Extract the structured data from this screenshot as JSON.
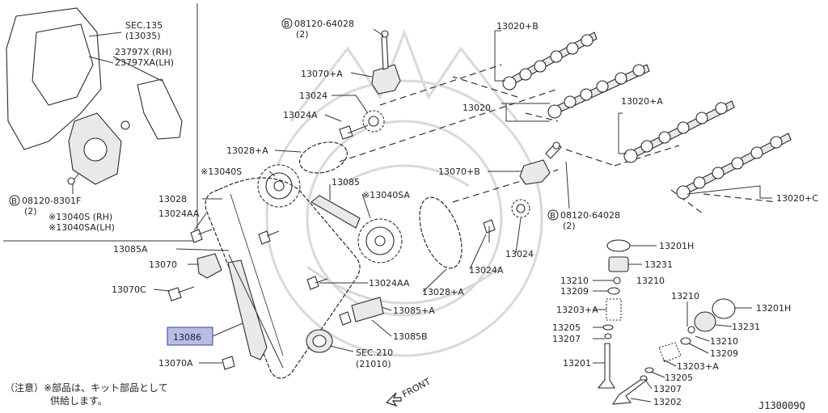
{
  "diagram_code": "J130009Q",
  "note_line1": "（注意）※部品は、キット部品として",
  "note_line2": "供給します。",
  "front_label": "FRONT",
  "inset": {
    "sec135": "SEC.135",
    "sec135_sub": "(13035)",
    "gasket_rh": "23797X (RH)",
    "gasket_lh": "23797XA(LH)",
    "bolt_ref": "08120-8301F",
    "bolt_qty": "(2)",
    "cover_rh": "※13040S (RH)",
    "cover_lh": "※13040SA(LH)"
  },
  "bolt_top": {
    "ref": "08120-64028",
    "qty": "(2)"
  },
  "bolt_mid": {
    "ref": "08120-64028",
    "qty": "(2)"
  },
  "labels": {
    "p13020B": "13020+B",
    "p13070A": "13070+A",
    "p13024": "13024",
    "p13024A": "13024A",
    "p13020": "13020",
    "p13020A": "13020+A",
    "p13028A": "13028+A",
    "p13040S": "※13040S",
    "p13085": "13085",
    "p13040SA": "※13040SA",
    "p13070B": "13070+B",
    "p13028": "13028",
    "p13024AA": "13024AA",
    "p13020C": "13020+C",
    "p13085A": "13085A",
    "p13070": "13070",
    "p13070C": "13070C",
    "p13086": "13086",
    "p13070A_low": "13070A",
    "p13024AA_mid": "13024AA",
    "p13085pA": "13085+A",
    "p13085B": "13085B",
    "p13028pA": "13028+A",
    "p13024A_mid": "13024A",
    "p13024_mid": "13024",
    "sec210": "SEC.210",
    "sec210_sub": "(21010)",
    "p13201H": "13201H",
    "p13231": "13231",
    "p13210a": "13210",
    "p13210b": "13210",
    "p13209": "13209",
    "p13203A": "13203+A",
    "p13205": "13205",
    "p13207": "13207",
    "p13201": "13201",
    "p13210r": "13210",
    "p13201Hr": "13201H",
    "p13231r": "13231",
    "p13210r2": "13210",
    "p13209r": "13209",
    "p13203Ar": "13203+A",
    "p13205r": "13205",
    "p13207r": "13207",
    "p13202": "13202"
  }
}
